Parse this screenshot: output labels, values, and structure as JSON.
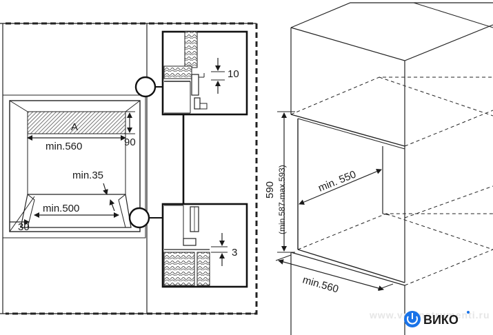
{
  "left_diagram": {
    "label_a": "A",
    "dim_min560": "min.560",
    "dim_90": "90",
    "dim_min35": "min.35",
    "dim_min500": "min.500",
    "dim_30": "30",
    "detail_top_dim": "10",
    "detail_bottom_dim": "3"
  },
  "right_diagram": {
    "dim_height": "590",
    "dim_height_range": "(min.587-max.593)",
    "dim_depth": "min. 550",
    "dim_width": "min.560"
  },
  "watermark": {
    "text": "www.vseinstrumenti.ru"
  },
  "brand": {
    "text": "ВИКО",
    "color": "#1a73e8"
  }
}
